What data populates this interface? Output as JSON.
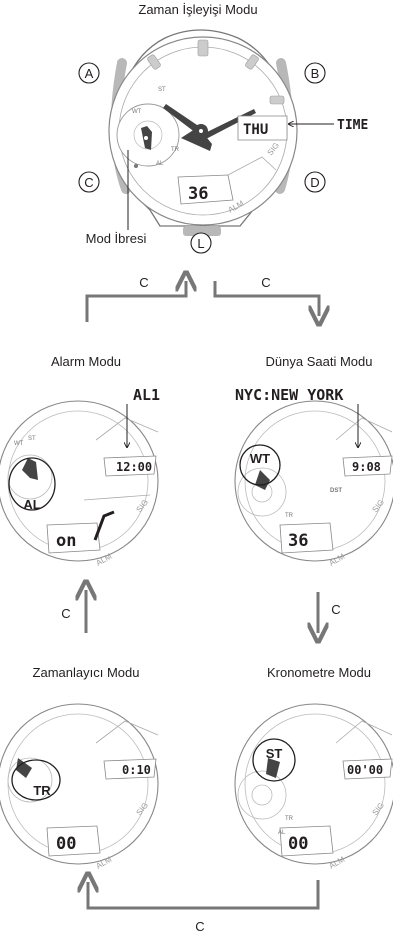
{
  "titles": {
    "timekeeping": "Zaman İşleyişi Modu",
    "alarm": "Alarm Modu",
    "world_time": "Dünya Saati Modu",
    "timer": "Zamanlayıcı Modu",
    "stopwatch": "Kronometre Modu"
  },
  "buttons": {
    "a": "A",
    "b": "B",
    "c": "C",
    "d": "D",
    "l": "L"
  },
  "callouts": {
    "mode_hand": "Mod İbresi",
    "time": "TIME"
  },
  "transitions": {
    "to_alarm": "C",
    "to_world_time": "C",
    "world_to_stopwatch": "C",
    "timer_to_alarm": "C",
    "stopwatch_to_timer": "C"
  },
  "dial": {
    "sig": "SIG",
    "alm": "ALM",
    "wt": "WT",
    "st": "ST",
    "tr": "TR",
    "al": "AL",
    "dst": "DST"
  },
  "timekeeping": {
    "day": "THU",
    "seconds": "36"
  },
  "alarm": {
    "header": "AL1",
    "time": "12:00",
    "status": "on",
    "circled": "AL"
  },
  "world_time": {
    "header": "NYC:NEW YORK",
    "time": "9:08",
    "seconds": "36",
    "circled": "WT"
  },
  "timer": {
    "time": "0:10",
    "lower": "00",
    "circled": "TR"
  },
  "stopwatch": {
    "time": "00'00",
    "lower": "00",
    "circled": "ST"
  }
}
